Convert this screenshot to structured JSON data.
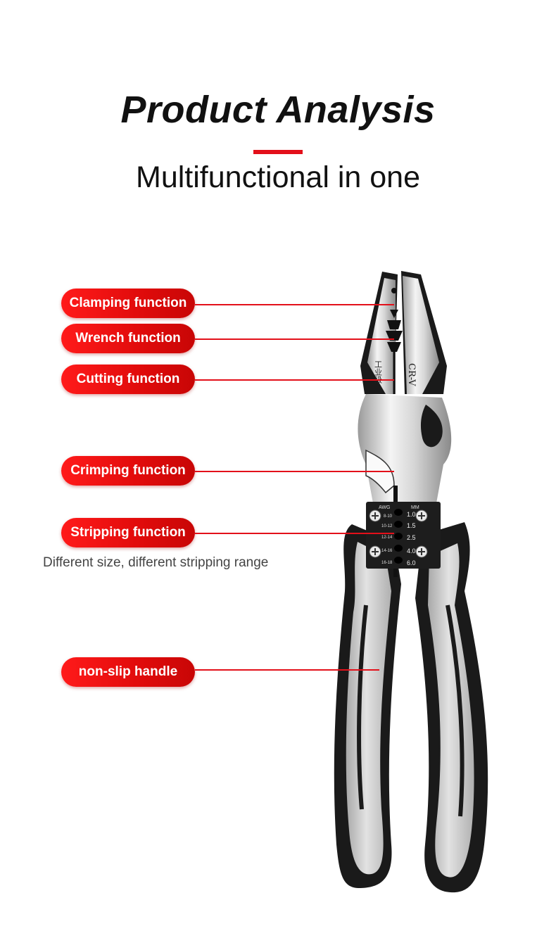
{
  "header": {
    "title": "Product Analysis",
    "subtitle": "Multifunctional in one"
  },
  "features": [
    {
      "label": "Clamping function"
    },
    {
      "label": "Wrench function"
    },
    {
      "label": "Cutting function"
    },
    {
      "label": "Crimping function"
    },
    {
      "label": "Stripping function"
    },
    {
      "label": "non-slip handle"
    }
  ],
  "stripping_note": "Different size, different stripping range",
  "tool": {
    "blade_marking": "CR-V",
    "blade_chinese_marking": "工业级",
    "gauge_awg_header": "AWG",
    "gauge_mm_header": "MM",
    "gauge_awg": [
      "8-10",
      "10-12",
      "12-14",
      "14-16",
      "16-18"
    ],
    "gauge_mm": [
      "1.0",
      "1.5",
      "2.5",
      "4.0",
      "6.0"
    ]
  },
  "colors": {
    "accent_red": "#e3101a",
    "label_red": "#ff1a1a",
    "handle_grey": "#c9c9c9",
    "handle_black": "#1a1a1a"
  }
}
